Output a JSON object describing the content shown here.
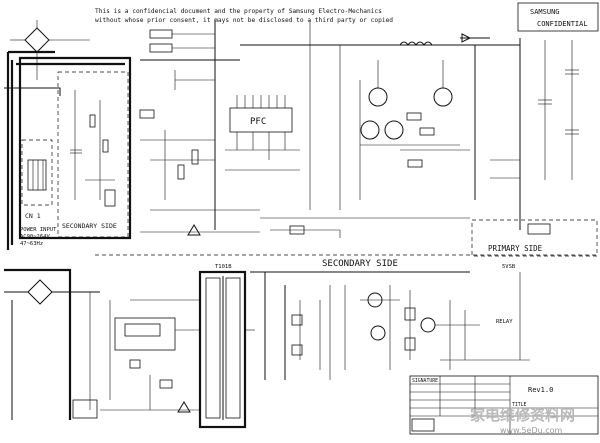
{
  "header": {
    "line1": "This is a confidencial document and the property of Samsung Electro-Mechanics",
    "line2": "without whose prior consent, it mays not be disclosed to a third party or copied"
  },
  "stamp": {
    "line1": "SAMSUNG",
    "line2": "CONFIDENTIAL"
  },
  "labels": {
    "pfc": "PFC",
    "secondary_side_small": "SECONDARY SIDE",
    "secondary_side_big": "SECONDARY SIDE",
    "primary_side": "PRIMARY SIDE",
    "connector": "CN 1",
    "power_input_1": "POWER INPUT",
    "power_input_2": "AC90~264V",
    "power_input_3": "47~63Hz",
    "transformer": "T101B",
    "relay": "RELAY",
    "sense": "5VSB",
    "rev": "Rev1.0"
  },
  "title_block": {
    "signature_label": "SIGNATURE",
    "title_label": "TITLE"
  },
  "watermark": {
    "text": "家电维修资料网",
    "url": "www.5eDu.com"
  }
}
